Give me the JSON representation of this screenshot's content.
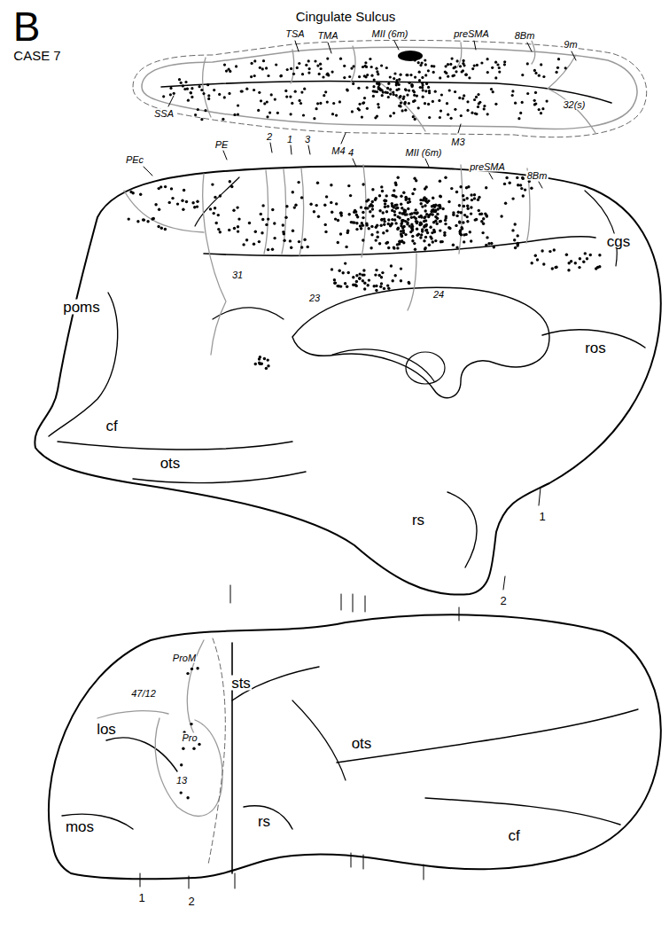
{
  "diagram": {
    "labels": [
      "B",
      "CASE 7",
      "Cingulate Sulcus",
      "TSA",
      "TMA",
      "MII (6m)",
      "preSMA",
      "8Bm",
      "9m",
      "SSA",
      "M4",
      "M3",
      "32(s)",
      "PEc",
      "PE",
      "2",
      "1",
      "3",
      "4",
      "MII (6m)",
      "preSMA",
      "8Bm",
      "cgs",
      "31",
      "23",
      "24",
      "poms",
      "ros",
      "cf",
      "ots",
      "rs",
      "1",
      "2",
      "ProM",
      "47/12",
      "los",
      "Pro",
      "13",
      "sts",
      "ots",
      "mos",
      "rs",
      "cf",
      "1",
      "2"
    ]
  }
}
